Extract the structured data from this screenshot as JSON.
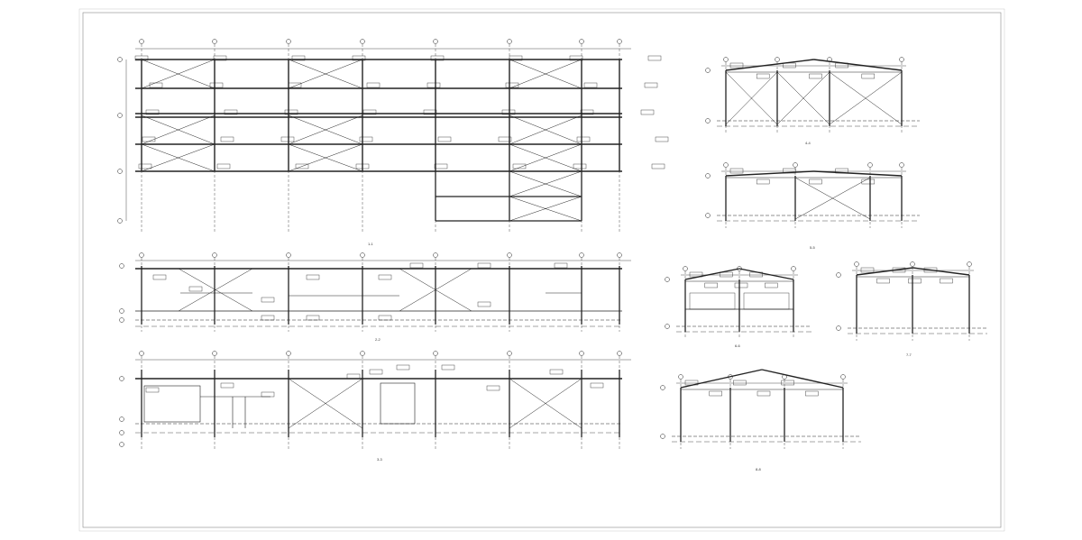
{
  "drawing": {
    "captions": [
      "1-1",
      "2-2",
      "3-3",
      "4-4",
      "5-5",
      "6-6",
      "7-7",
      "8-8"
    ],
    "line_color": "#222222",
    "paper_color": "#ffffff"
  }
}
